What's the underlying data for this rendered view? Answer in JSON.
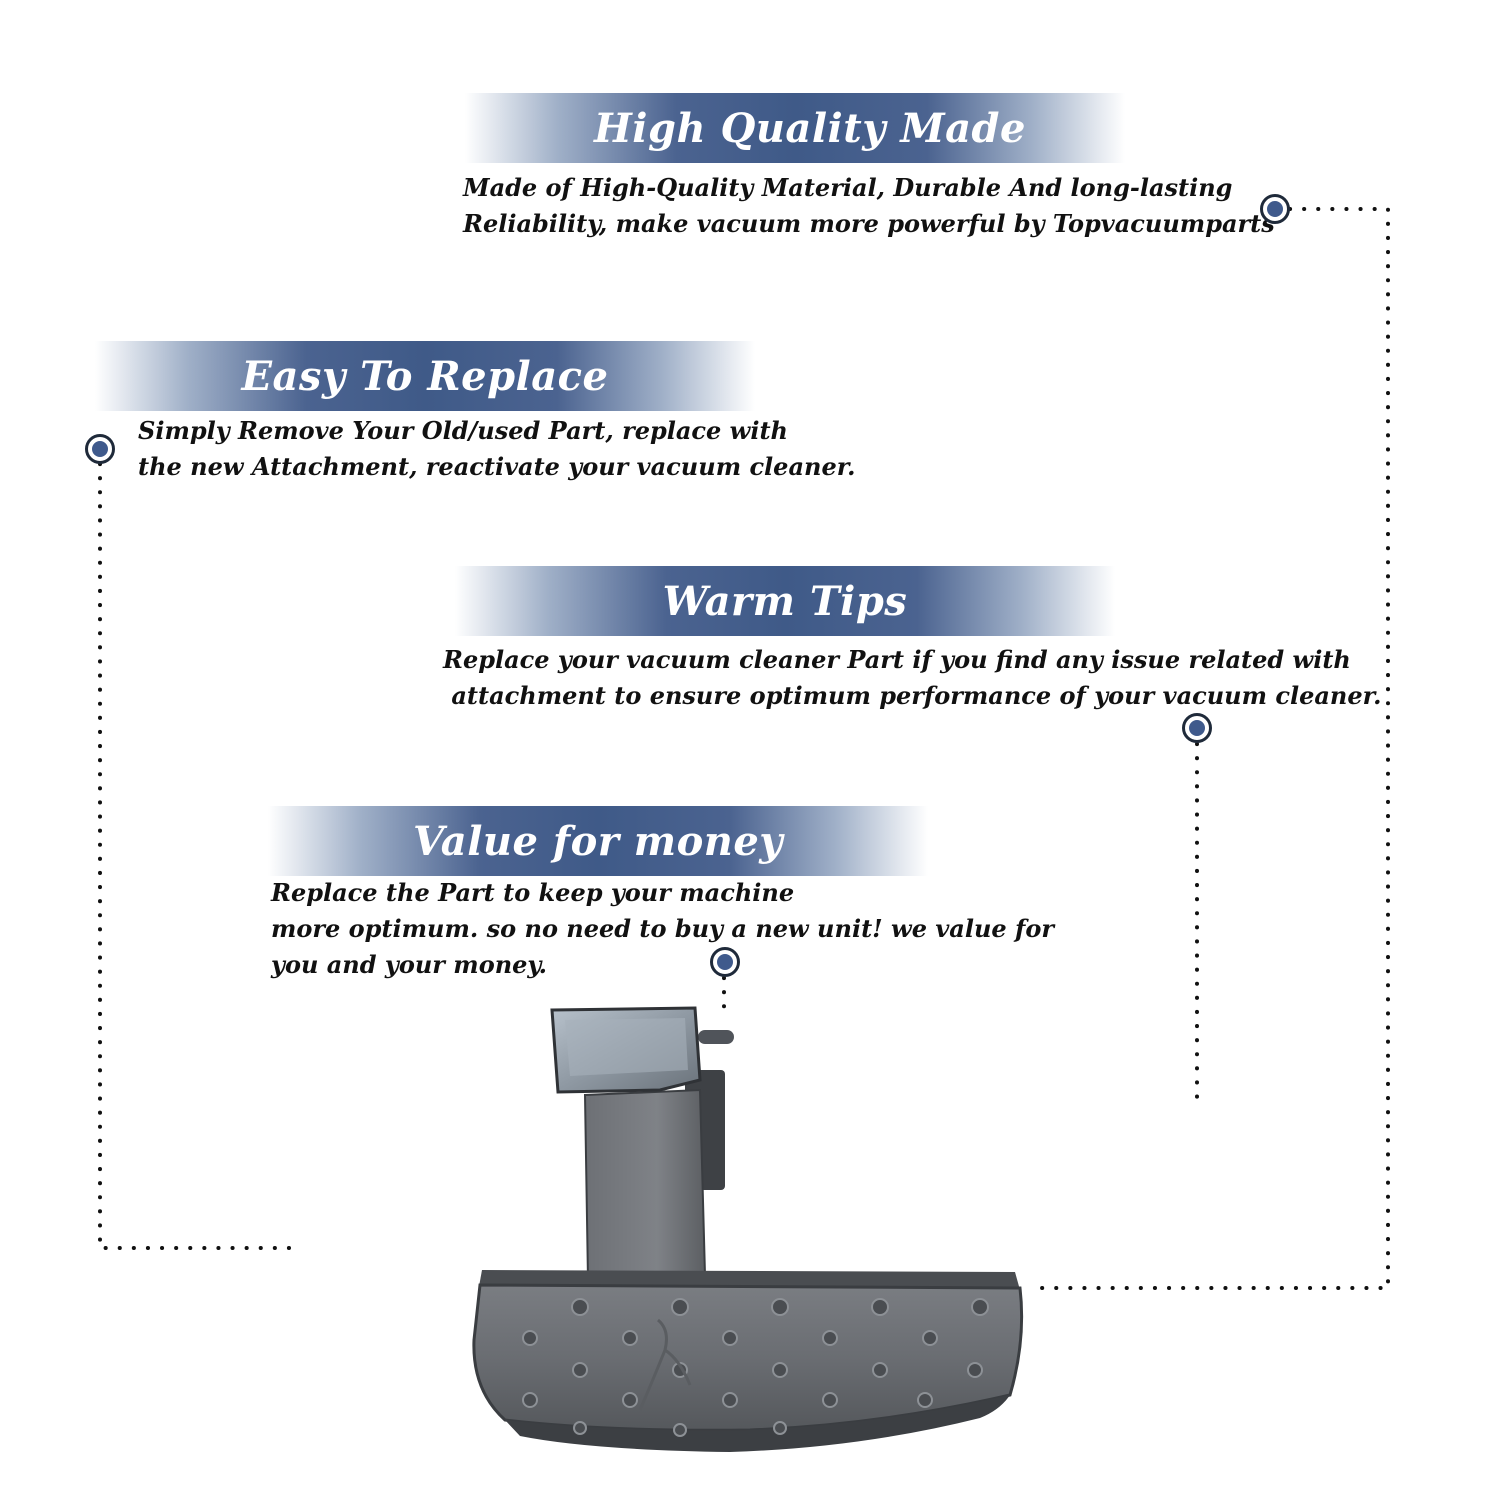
{
  "features": [
    {
      "title": "High Quality Made",
      "lines": [
        "Made of  High-Quality Material, Durable And long-lasting",
        "Reliability, make vacuum more powerful by Topvacuumparts"
      ]
    },
    {
      "title": "Easy To Replace",
      "lines": [
        "Simply Remove Your Old/used Part, replace with",
        "the new Attachment, reactivate your vacuum cleaner."
      ]
    },
    {
      "title": "Warm Tips",
      "lines": [
        "Replace your vacuum cleaner Part if you find any issue related with",
        " attachment to ensure optimum performance of your vacuum cleaner."
      ]
    },
    {
      "title": "Value for money",
      "lines": [
        "Replace the Part to keep your machine",
        "more optimum. so no need to buy a new unit! we value for",
        "you and your money."
      ]
    }
  ],
  "colors": {
    "banner_blue": "#3f5a88",
    "marker_blue": "#3f5a8c",
    "text": "#111111",
    "part_gray": "#6b6e72"
  },
  "icons": {
    "marker": "target-dot-icon",
    "product": "vacuum-pedal-part-image"
  }
}
